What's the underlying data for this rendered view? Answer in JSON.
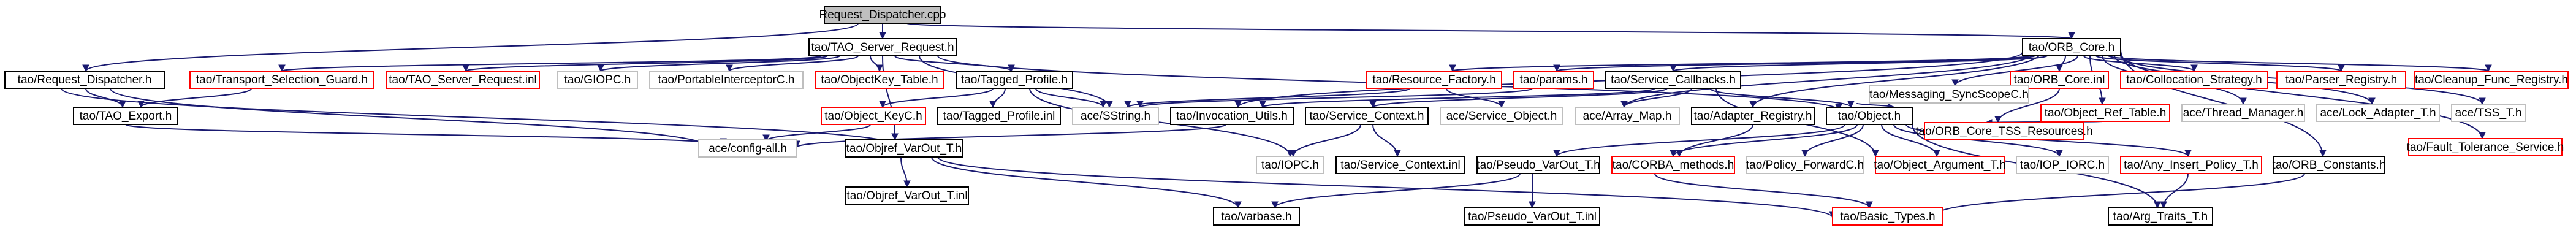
{
  "diagram": {
    "colors": {
      "edge": "#191970",
      "node_border_black": "#000000",
      "node_border_red": "#ff0000",
      "node_border_gray": "#bfbfbf",
      "root_fill": "#bfbfbf"
    },
    "nodes": [
      {
        "id": "n0",
        "label": "Request_Dispatcher.cpp",
        "border": "root"
      },
      {
        "id": "n1",
        "label": "tao/Request_Dispatcher.h",
        "border": "black"
      },
      {
        "id": "n2",
        "label": "tao/TAO_Server_Request.h",
        "border": "black"
      },
      {
        "id": "n3",
        "label": "tao/ORB_Core.h",
        "border": "black"
      },
      {
        "id": "n4",
        "label": "tao/Transport_Selection_Guard.h",
        "border": "red"
      },
      {
        "id": "n5",
        "label": "tao/TAO_Server_Request.inl",
        "border": "red"
      },
      {
        "id": "n6",
        "label": "tao/GIOPC.h",
        "border": "gray"
      },
      {
        "id": "n7",
        "label": "tao/PortableInterceptorC.h",
        "border": "gray"
      },
      {
        "id": "n8",
        "label": "tao/ObjectKey_Table.h",
        "border": "red"
      },
      {
        "id": "n9",
        "label": "tao/Tagged_Profile.h",
        "border": "black"
      },
      {
        "id": "n10",
        "label": "tao/Resource_Factory.h",
        "border": "red"
      },
      {
        "id": "n11",
        "label": "tao/params.h",
        "border": "red"
      },
      {
        "id": "n12",
        "label": "tao/Service_Callbacks.h",
        "border": "black"
      },
      {
        "id": "n13",
        "label": "tao/ORB_Core.inl",
        "border": "red"
      },
      {
        "id": "n14",
        "label": "tao/Collocation_Strategy.h",
        "border": "red"
      },
      {
        "id": "n15",
        "label": "tao/Parser_Registry.h",
        "border": "red"
      },
      {
        "id": "n16",
        "label": "tao/Cleanup_Func_Registry.h",
        "border": "red"
      },
      {
        "id": "n17",
        "label": "tao/Messaging_SyncScopeC.h",
        "border": "gray"
      },
      {
        "id": "n18",
        "label": "tao/Object_Ref_Table.h",
        "border": "red"
      },
      {
        "id": "n19",
        "label": "ace/Thread_Manager.h",
        "border": "gray"
      },
      {
        "id": "n20",
        "label": "ace/Lock_Adapter_T.h",
        "border": "gray"
      },
      {
        "id": "n21",
        "label": "ace/TSS_T.h",
        "border": "gray"
      },
      {
        "id": "n22",
        "label": "tao/TAO_Export.h",
        "border": "black"
      },
      {
        "id": "n23",
        "label": "tao/Object_KeyC.h",
        "border": "red"
      },
      {
        "id": "n24",
        "label": "tao/Tagged_Profile.inl",
        "border": "black"
      },
      {
        "id": "n25",
        "label": "ace/SString.h",
        "border": "gray"
      },
      {
        "id": "n26",
        "label": "tao/Invocation_Utils.h",
        "border": "black"
      },
      {
        "id": "n27",
        "label": "tao/Service_Context.h",
        "border": "black"
      },
      {
        "id": "n28",
        "label": "ace/Service_Object.h",
        "border": "gray"
      },
      {
        "id": "n29",
        "label": "ace/Array_Map.h",
        "border": "gray"
      },
      {
        "id": "n30",
        "label": "tao/Adapter_Registry.h",
        "border": "black"
      },
      {
        "id": "n31",
        "label": "tao/Object.h",
        "border": "black"
      },
      {
        "id": "n32",
        "label": "tao/ORB_Core_TSS_Resources.h",
        "border": "red"
      },
      {
        "id": "n33",
        "label": "tao/Fault_Tolerance_Service.h",
        "border": "red"
      },
      {
        "id": "n34",
        "label": "ace/config-all.h",
        "border": "gray"
      },
      {
        "id": "n35",
        "label": "tao/Objref_VarOut_T.h",
        "border": "black"
      },
      {
        "id": "n36",
        "label": "tao/IOPC.h",
        "border": "gray"
      },
      {
        "id": "n37",
        "label": "tao/Service_Context.inl",
        "border": "black"
      },
      {
        "id": "n38",
        "label": "tao/Pseudo_VarOut_T.h",
        "border": "black"
      },
      {
        "id": "n39",
        "label": "tao/CORBA_methods.h",
        "border": "red"
      },
      {
        "id": "n40",
        "label": "tao/Policy_ForwardC.h",
        "border": "gray"
      },
      {
        "id": "n41",
        "label": "tao/Object_Argument_T.h",
        "border": "red"
      },
      {
        "id": "n42",
        "label": "tao/IOP_IORC.h",
        "border": "gray"
      },
      {
        "id": "n43",
        "label": "tao/Any_Insert_Policy_T.h",
        "border": "red"
      },
      {
        "id": "n44",
        "label": "tao/ORB_Constants.h",
        "border": "black"
      },
      {
        "id": "n45",
        "label": "tao/Objref_VarOut_T.inl",
        "border": "black"
      },
      {
        "id": "n46",
        "label": "tao/varbase.h",
        "border": "black"
      },
      {
        "id": "n47",
        "label": "tao/Pseudo_VarOut_T.inl",
        "border": "black"
      },
      {
        "id": "n48",
        "label": "tao/Basic_Types.h",
        "border": "red"
      },
      {
        "id": "n49",
        "label": "tao/Arg_Traits_T.h",
        "border": "black"
      }
    ]
  }
}
